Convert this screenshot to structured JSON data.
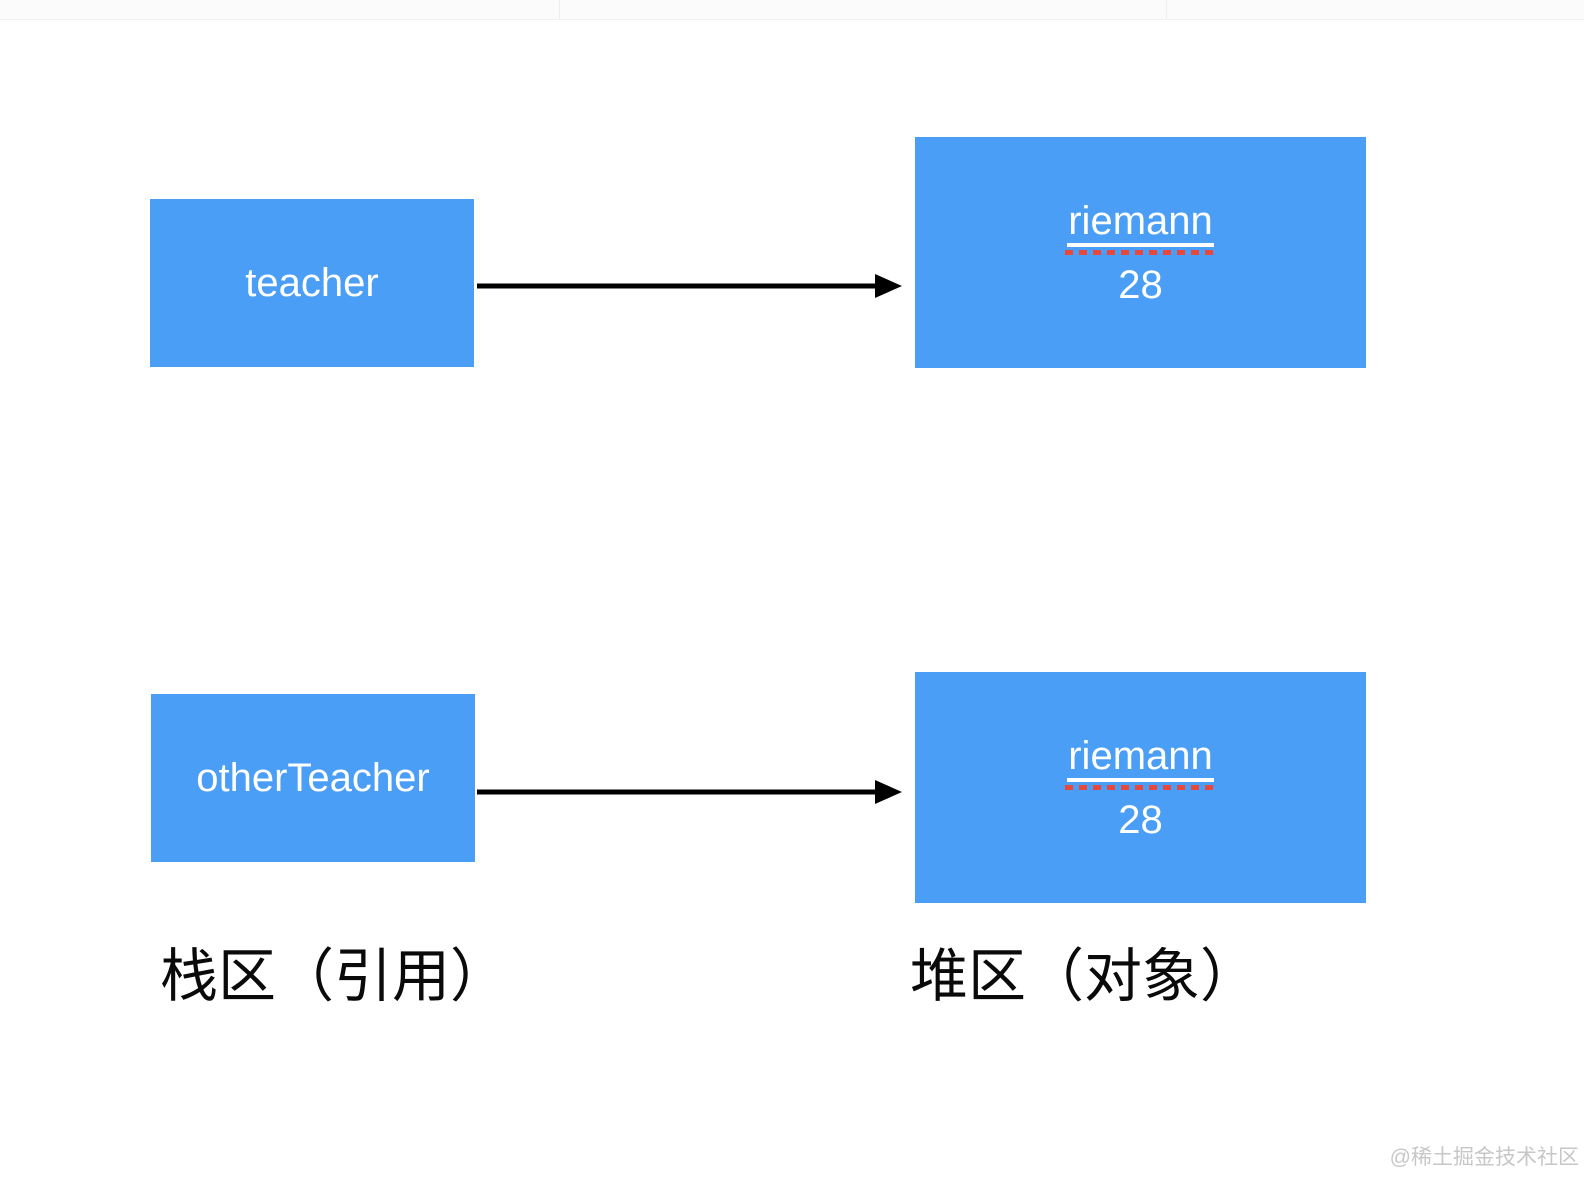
{
  "page": {
    "watermark": "@稀土掘金技术社区"
  },
  "diagram": {
    "stack_region": {
      "label": "栈区（引用）",
      "boxes": [
        {
          "label": "teacher"
        },
        {
          "label": "otherTeacher"
        }
      ]
    },
    "heap_region": {
      "label": "堆区（对象）",
      "boxes": [
        {
          "name": "riemann",
          "value": "28"
        },
        {
          "name": "riemann",
          "value": "28"
        }
      ]
    },
    "colors": {
      "box_fill": "#4a9ef5",
      "spellcheck_underline": "#e8483c",
      "arrow": "#000000"
    }
  }
}
